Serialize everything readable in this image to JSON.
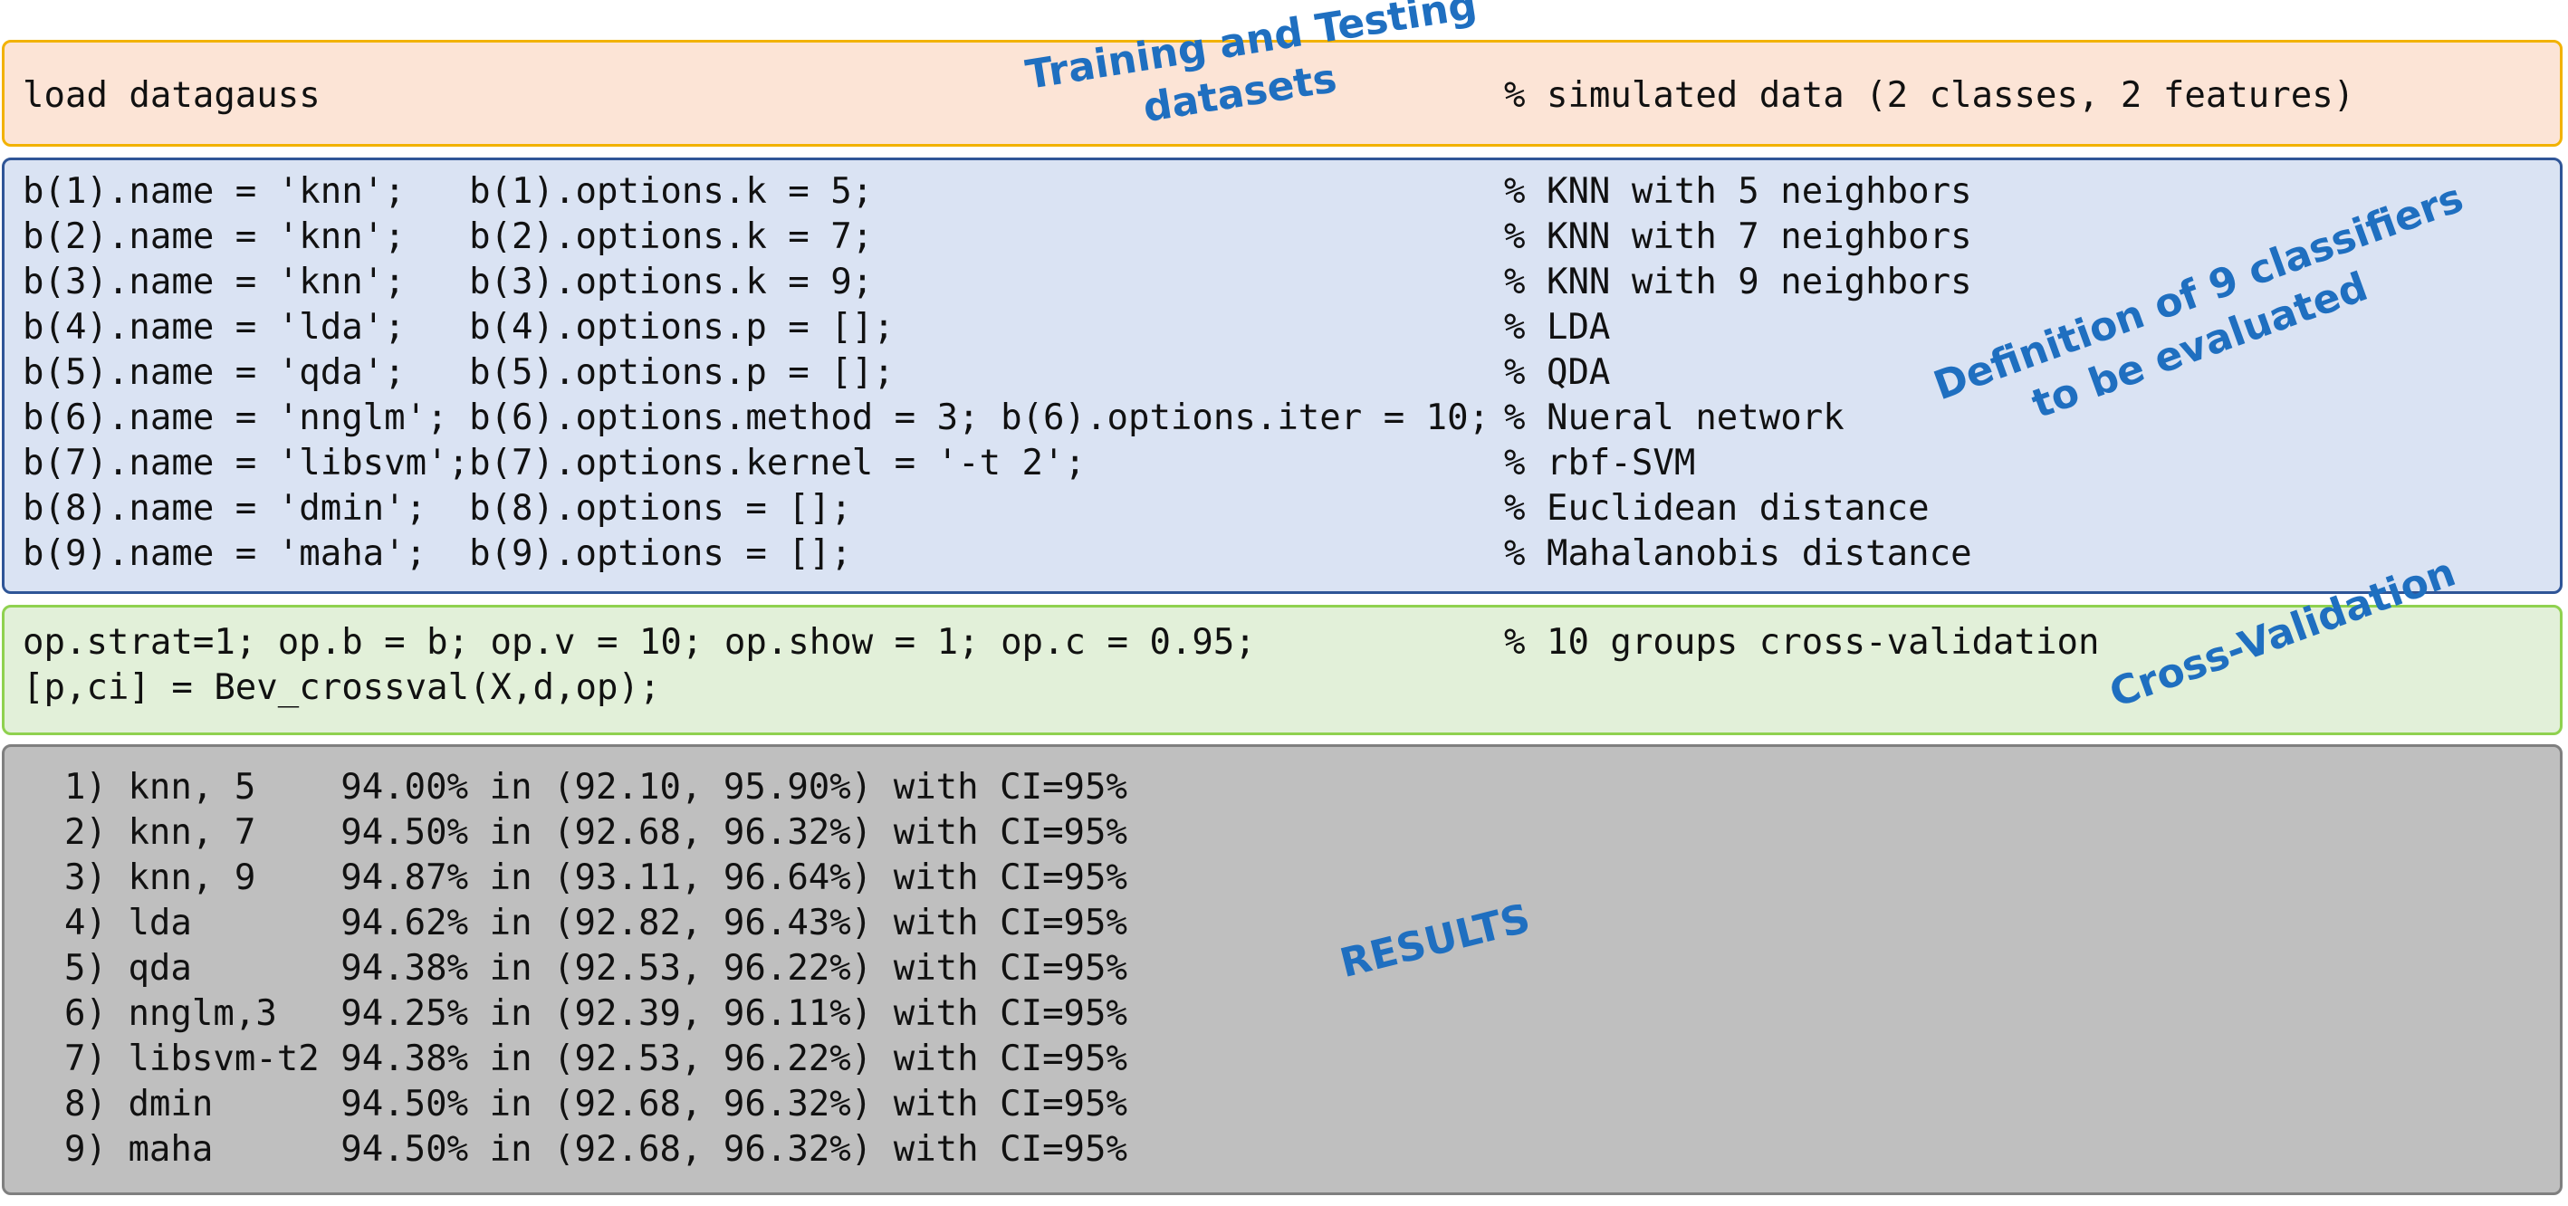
{
  "load_section": {
    "code": "load datagauss",
    "comment": "% simulated data (2 classes, 2 features)",
    "annotation": [
      "Training and Testing",
      "datasets"
    ]
  },
  "definition_section": {
    "annotation": [
      "Definition of 9 classifiers",
      "to be evaluated"
    ],
    "lines": [
      {
        "code": "b(1).name = 'knn';   b(1).options.k = 5;",
        "comment": "% KNN with 5 neighbors"
      },
      {
        "code": "b(2).name = 'knn';   b(2).options.k = 7;",
        "comment": "% KNN with 7 neighbors"
      },
      {
        "code": "b(3).name = 'knn';   b(3).options.k = 9;",
        "comment": "% KNN with 9 neighbors"
      },
      {
        "code": "b(4).name = 'lda';   b(4).options.p = [];",
        "comment": "% LDA"
      },
      {
        "code": "b(5).name = 'qda';   b(5).options.p = [];",
        "comment": "% QDA"
      },
      {
        "code": "b(6).name = 'nnglm'; b(6).options.method = 3; b(6).options.iter = 10;",
        "comment": "% Nueral network"
      },
      {
        "code": "b(7).name = 'libsvm';b(7).options.kernel = '-t 2';",
        "comment": "% rbf-SVM"
      },
      {
        "code": "b(8).name = 'dmin';  b(8).options = [];",
        "comment": "% Euclidean distance"
      },
      {
        "code": "b(9).name = 'maha';  b(9).options = [];",
        "comment": "% Mahalanobis distance"
      }
    ]
  },
  "crossval_section": {
    "annotation": [
      "Cross-Validation"
    ],
    "lines": [
      {
        "code": "op.strat=1; op.b = b; op.v = 10; op.show = 1; op.c = 0.95;",
        "comment": "% 10 groups cross-validation"
      },
      {
        "code": "[p,ci] = Bev_crossval(X,d,op);",
        "comment": ""
      }
    ]
  },
  "results_section": {
    "annotation": [
      "RESULTS"
    ],
    "lines": [
      "1) knn, 5    94.00% in (92.10, 95.90%) with CI=95%",
      "2) knn, 7    94.50% in (92.68, 96.32%) with CI=95%",
      "3) knn, 9    94.87% in (93.11, 96.64%) with CI=95%",
      "4) lda       94.62% in (92.82, 96.43%) with CI=95%",
      "5) qda       94.38% in (92.53, 96.22%) with CI=95%",
      "6) nnglm,3   94.25% in (92.39, 96.11%) with CI=95%",
      "7) libsvm-t2 94.38% in (92.53, 96.22%) with CI=95%",
      "8) dmin      94.50% in (92.68, 96.32%) with CI=95%",
      "9) maha      94.50% in (92.68, 96.32%) with CI=95%"
    ]
  },
  "colors": {
    "annotation": "#1f6fc0",
    "load_bg": "#fce4d6",
    "definition_bg": "#dae3f3",
    "crossval_bg": "#e2f0d9",
    "results_bg": "#bfbfbf"
  }
}
